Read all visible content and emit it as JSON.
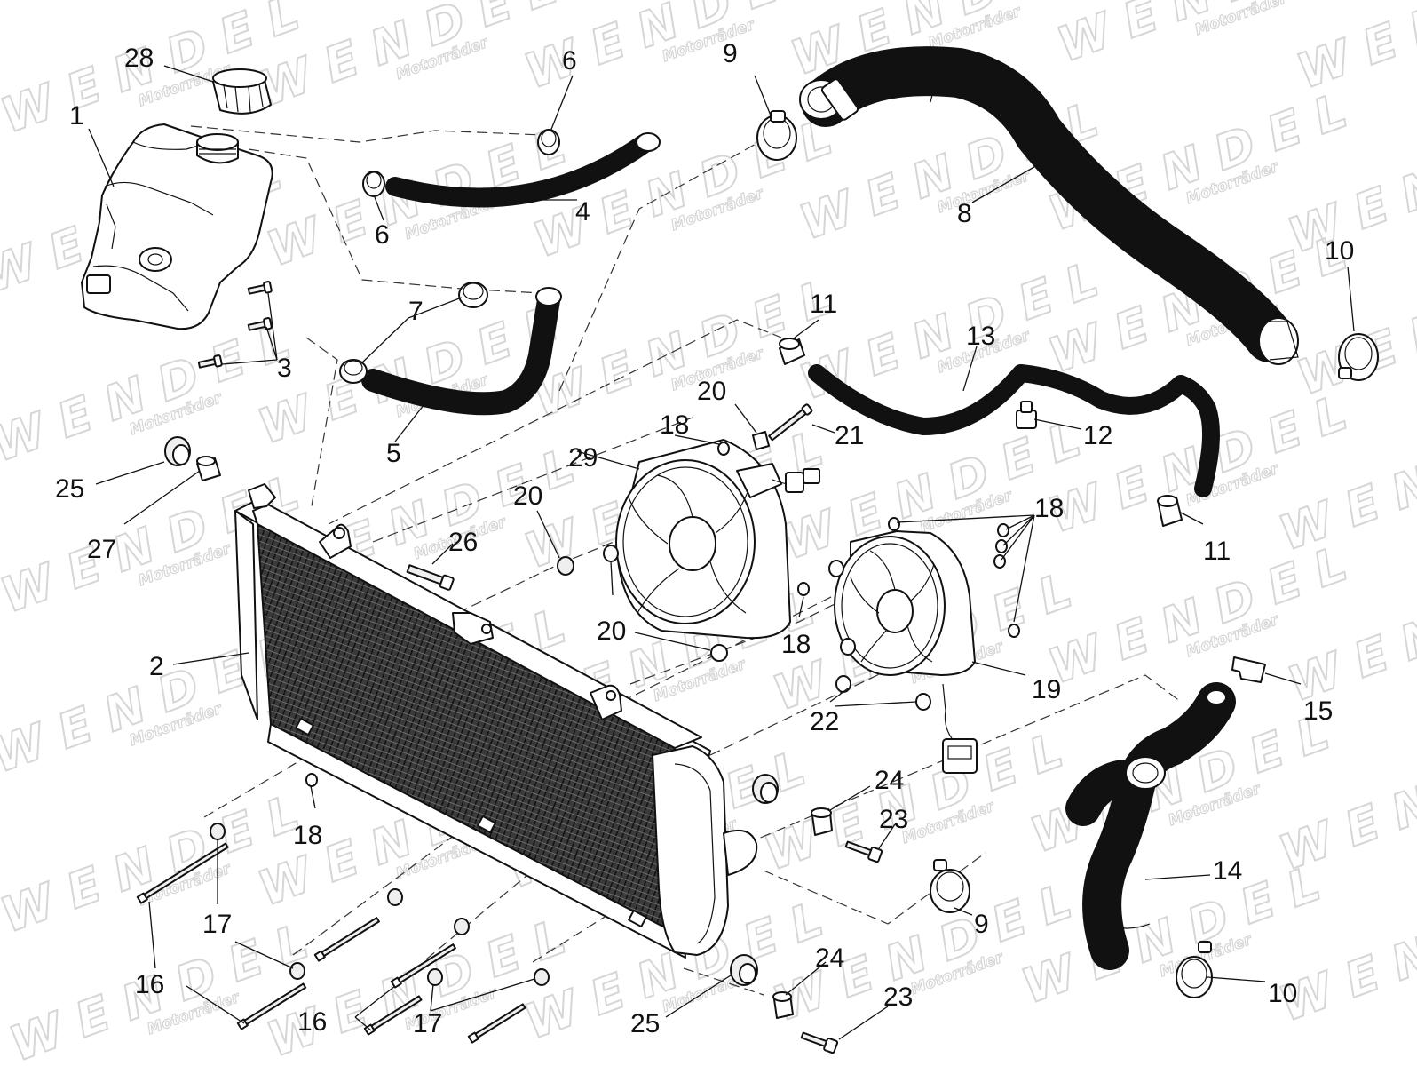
{
  "watermark": {
    "brand": "WENDEL",
    "tagline": "Motorräder"
  },
  "callouts": [
    {
      "id": "c1",
      "label": "1"
    },
    {
      "id": "c2",
      "label": "2"
    },
    {
      "id": "c3",
      "label": "3"
    },
    {
      "id": "c4",
      "label": "4"
    },
    {
      "id": "c5",
      "label": "5"
    },
    {
      "id": "c6a",
      "label": "6"
    },
    {
      "id": "c6b",
      "label": "6"
    },
    {
      "id": "c7",
      "label": "7"
    },
    {
      "id": "c8",
      "label": "8"
    },
    {
      "id": "c9a",
      "label": "9"
    },
    {
      "id": "c9b",
      "label": "9"
    },
    {
      "id": "c10a",
      "label": "10"
    },
    {
      "id": "c10b",
      "label": "10"
    },
    {
      "id": "c11a",
      "label": "11"
    },
    {
      "id": "c11b",
      "label": "11"
    },
    {
      "id": "c12",
      "label": "12"
    },
    {
      "id": "c13",
      "label": "13"
    },
    {
      "id": "c14",
      "label": "14"
    },
    {
      "id": "c15",
      "label": "15"
    },
    {
      "id": "c16a",
      "label": "16"
    },
    {
      "id": "c16b",
      "label": "16"
    },
    {
      "id": "c17a",
      "label": "17"
    },
    {
      "id": "c17b",
      "label": "17"
    },
    {
      "id": "c18a",
      "label": "18"
    },
    {
      "id": "c18b",
      "label": "18"
    },
    {
      "id": "c18c",
      "label": "18"
    },
    {
      "id": "c18d",
      "label": "18"
    },
    {
      "id": "c19",
      "label": "19"
    },
    {
      "id": "c20a",
      "label": "20"
    },
    {
      "id": "c20b",
      "label": "20"
    },
    {
      "id": "c20c",
      "label": "20"
    },
    {
      "id": "c21",
      "label": "21"
    },
    {
      "id": "c22",
      "label": "22"
    },
    {
      "id": "c23a",
      "label": "23"
    },
    {
      "id": "c23b",
      "label": "23"
    },
    {
      "id": "c24a",
      "label": "24"
    },
    {
      "id": "c24b",
      "label": "24"
    },
    {
      "id": "c25a",
      "label": "25"
    },
    {
      "id": "c25b",
      "label": "25"
    },
    {
      "id": "c26",
      "label": "26"
    },
    {
      "id": "c27",
      "label": "27"
    },
    {
      "id": "c28",
      "label": "28"
    },
    {
      "id": "c29",
      "label": "29"
    }
  ]
}
